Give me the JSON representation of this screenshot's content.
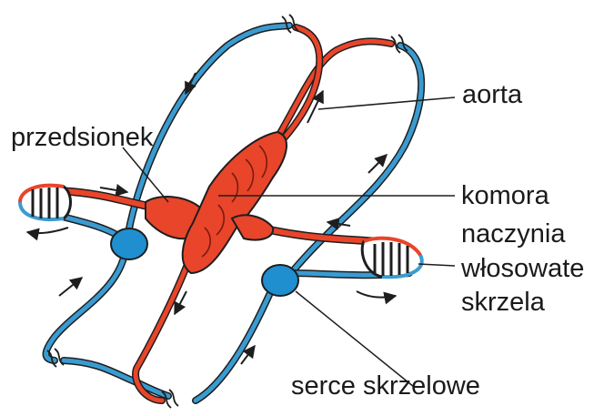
{
  "labels": {
    "aorta": "aorta",
    "atrium": "przedsionek",
    "ventricle": "komora",
    "capillaries_line1": "naczynia",
    "capillaries_line2": "włosowate",
    "gills": "skrzela",
    "gill_heart": "serce skrzelowe"
  },
  "colors": {
    "oxygenated": "#e8452a",
    "deoxygenated": "#3a9bd1",
    "outline": "#1e1e1e",
    "gill_heart": "#1f8fd0",
    "text": "#1a1a1a"
  }
}
